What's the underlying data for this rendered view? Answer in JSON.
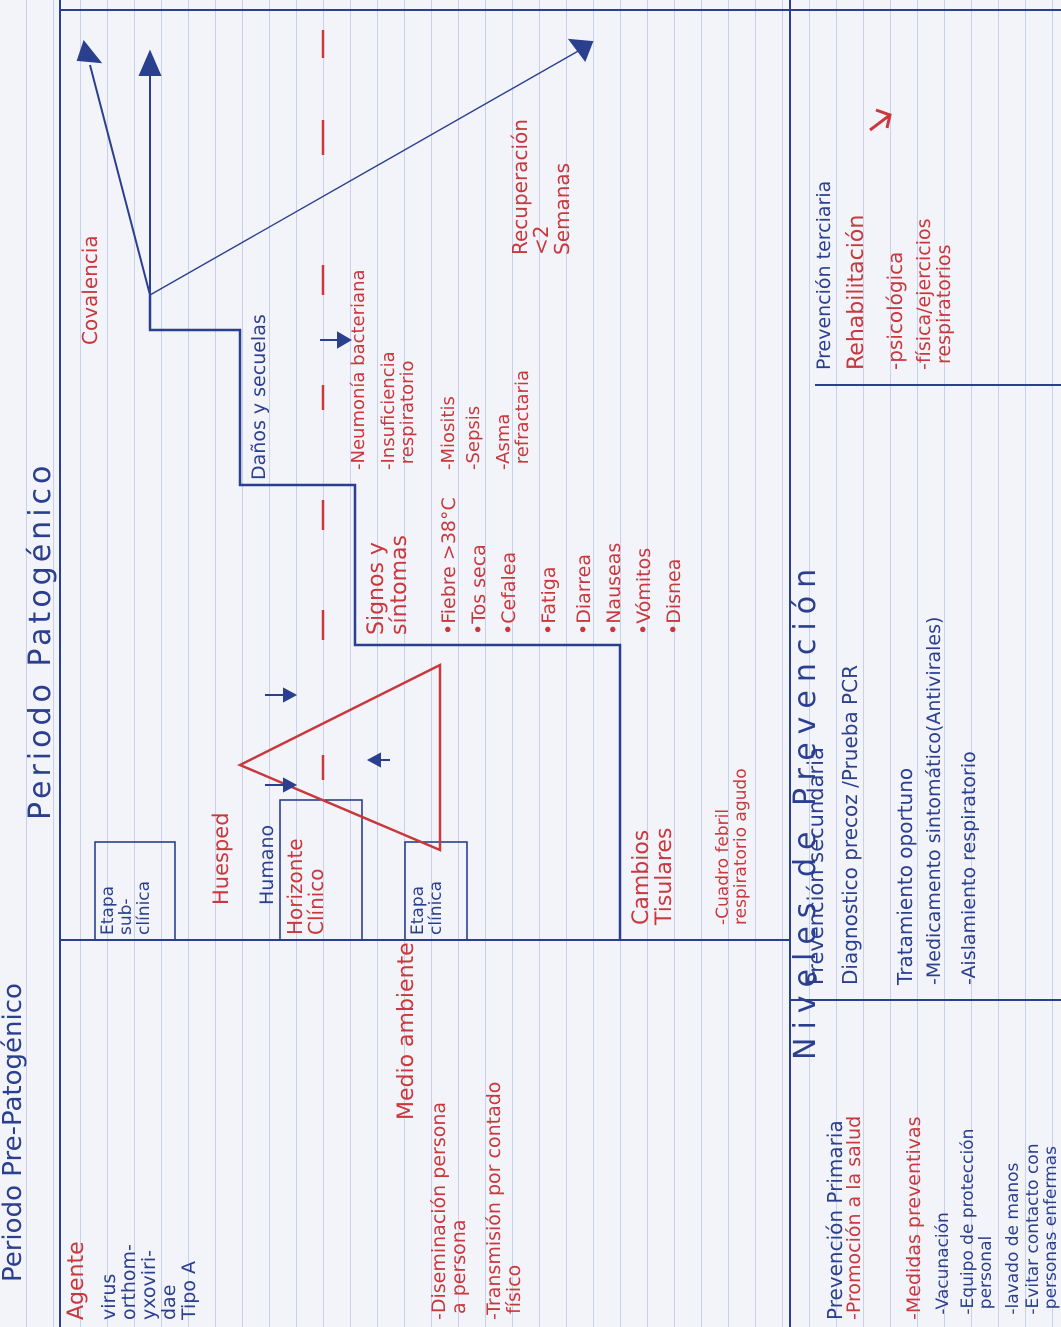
{
  "headers": {
    "pre_pathogenic": "Periodo Pre-Patogénico",
    "pathogenic": "Periodo Patogénico",
    "prevention_levels": "Niveles de Prevención"
  },
  "triad": {
    "agent_label": "Agente",
    "agent_text": "virus\northom-\nyxoviri-\ndae\nTipo A",
    "host_label": "Huesped",
    "host_text": "Humano",
    "environment_label": "Medio ambiente",
    "environment_items": [
      "-Diseminación persona\n a persona",
      "-Transmisión por contado\n físico"
    ]
  },
  "stages": {
    "subclinical": "Etapa\nsub-\nclínica",
    "clinical_horizon": "Horizonte\nClínico",
    "clinical": "Etapa\nclínica"
  },
  "pathogenic": {
    "changes_label": "Cambios\nTisulares",
    "changes_text": "-Cuadro febril\nrespiratorio agudo",
    "signs_label": "Signos y\nsíntomas",
    "signs_items": [
      "•Fiebre >38°C",
      "•Tos seca",
      "•Cefalea",
      "•Fatiga",
      "•Diarrea",
      "•Nauseas",
      "•Vómitos",
      "•Disnea"
    ],
    "damage_label": "Daños y secuelas",
    "damage_items": [
      "-Neumonía bacteriana",
      "-Insuficiencia\n respiratorio",
      "-Miositis",
      "-Sepsis",
      "-Asma\n refractaria"
    ],
    "convalescence_label": "Covalencia",
    "recovery_text": "Recuperación\n<2\nSemanas"
  },
  "prevention": {
    "primary_title": "Prevención Primaria",
    "primary_items": [
      "-Promoción a la salud",
      "-Medidas preventivas",
      " -Vacunación",
      " -Equipo de protección\n  personal",
      " -lavado de manos",
      " -Evitar contacto con\n  personas enfermas"
    ],
    "secondary_title": "Prevención secundaria",
    "secondary_items": [
      "Diagnostico precoz /Prueba PCR",
      "Tratamiento oportuno",
      "-Medicamento sintomático(Antivirales)",
      "-Aislamiento respiratorio"
    ],
    "tertiary_title": "Prevención terciaria",
    "tertiary_items": [
      "Rehabilitación",
      "-psicológica",
      "-física/ejercicios\n respiratorios"
    ]
  },
  "colors": {
    "ink_blue": "#2b3f8f",
    "ink_red": "#c8383c",
    "paper": "#f3f4f9",
    "rule_lines": "#8a9cd6"
  }
}
